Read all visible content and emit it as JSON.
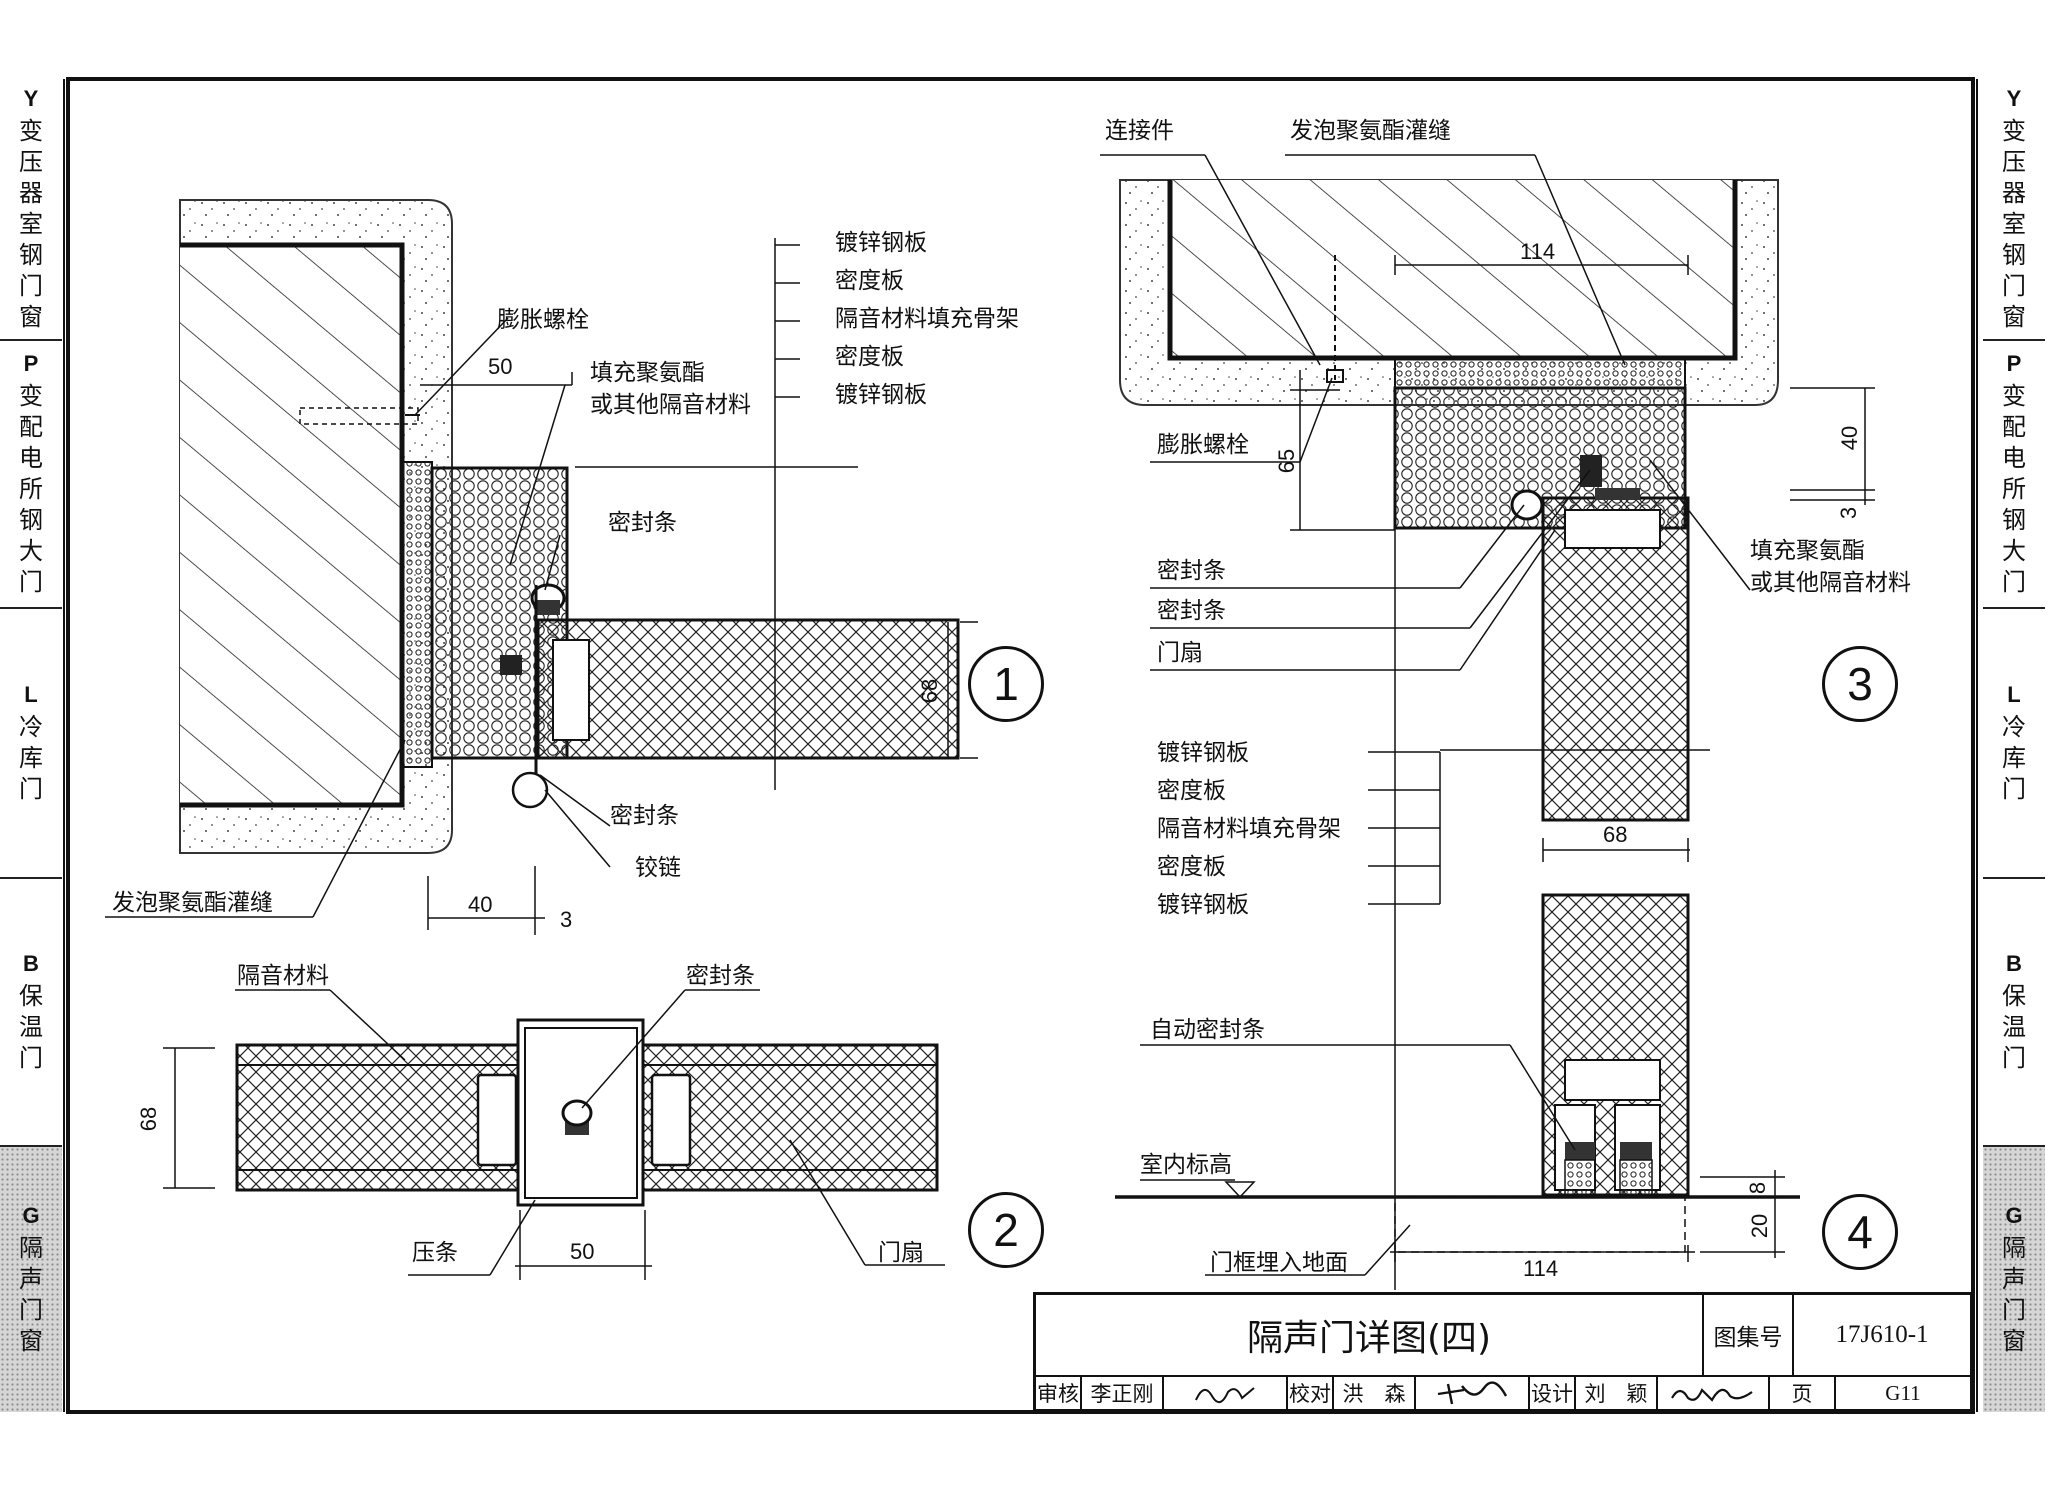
{
  "side_tabs": [
    {
      "code": "Y",
      "name": "变压器室钢门窗",
      "active": false
    },
    {
      "code": "P",
      "name": "变配电所钢大门",
      "active": false
    },
    {
      "code": "L",
      "name": "冷库门",
      "active": false
    },
    {
      "code": "B",
      "name": "保温门",
      "active": false
    },
    {
      "code": "G",
      "name": "隔声门窗",
      "active": true
    }
  ],
  "detail_numbers": [
    "1",
    "2",
    "3",
    "4"
  ],
  "detail1": {
    "expansion_bolt": "膨胀螺栓",
    "fill_material": "填充聚氨酯\n或其他隔音材料",
    "seal_strip_upper": "密封条",
    "seal_strip_lower": "密封条",
    "hinge": "铰链",
    "foam_joint": "发泡聚氨酯灌缝",
    "dim_50": "50",
    "dim_68": "68",
    "dim_40": "40",
    "dim_3": "3"
  },
  "layer_legend": [
    "镀锌钢板",
    "密度板",
    "隔音材料填充骨架",
    "密度板",
    "镀锌钢板"
  ],
  "detail2": {
    "acoustic_material": "隔音材料",
    "seal_strip": "密封条",
    "press_strip": "压条",
    "door_leaf": "门扇",
    "dim_68": "68",
    "dim_50": "50"
  },
  "detail3": {
    "connector": "连接件",
    "foam_joint": "发泡聚氨酯灌缝",
    "expansion_bolt": "膨胀螺栓",
    "seal_strip_1": "密封条",
    "seal_strip_2": "密封条",
    "door_leaf": "门扇",
    "fill_material": "填充聚氨酯\n或其他隔音材料",
    "dim_114": "114",
    "dim_65": "65",
    "dim_40": "40",
    "dim_3": "3"
  },
  "detail4": {
    "layers": [
      "镀锌钢板",
      "密度板",
      "隔音材料填充骨架",
      "密度板",
      "镀锌钢板"
    ],
    "auto_seal": "自动密封条",
    "indoor_level": "室内标高",
    "frame_embedded": "门框埋入地面",
    "dim_68": "68",
    "dim_114": "114",
    "dim_8": "8",
    "dim_20": "20"
  },
  "title_block": {
    "title": "隔声门详图(四)",
    "atlas_label": "图集号",
    "atlas_no": "17J610-1",
    "review_label": "审核",
    "reviewer": "李正刚",
    "check_label": "校对",
    "checker": "洪　森",
    "design_label": "设计",
    "designer": "刘　颖",
    "page_label": "页",
    "page_no": "G11"
  }
}
